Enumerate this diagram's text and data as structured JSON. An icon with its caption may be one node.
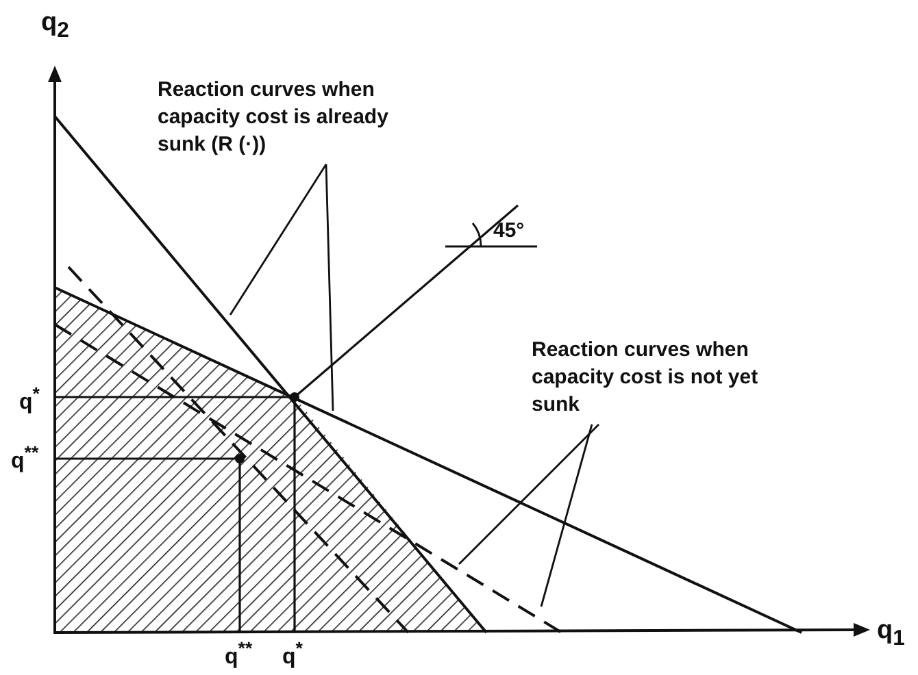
{
  "diagram": {
    "nodes": [
      {
        "text": [
          "Reaction curves when capacity cost is already sunk (R (·))"
        ]
      },
      {
        "text": [
          "Reaction curves when capacity cost is not yet sunk"
        ]
      }
    ],
    "edges": [
      {
        "from": 0,
        "to": null,
        "arrow": "none"
      },
      {
        "from": 0,
        "to": null,
        "arrow": "none"
      },
      {
        "from": 1,
        "to": null,
        "arrow": "none"
      },
      {
        "from": 1,
        "to": null,
        "arrow": "none"
      }
    ],
    "labels": [
      "q$_{2}$",
      "45°",
      "q$^{*}$",
      "q$^{**}$",
      "q$^{**}$",
      "q$^{*}$",
      "q$_{1}$"
    ]
  }
}
